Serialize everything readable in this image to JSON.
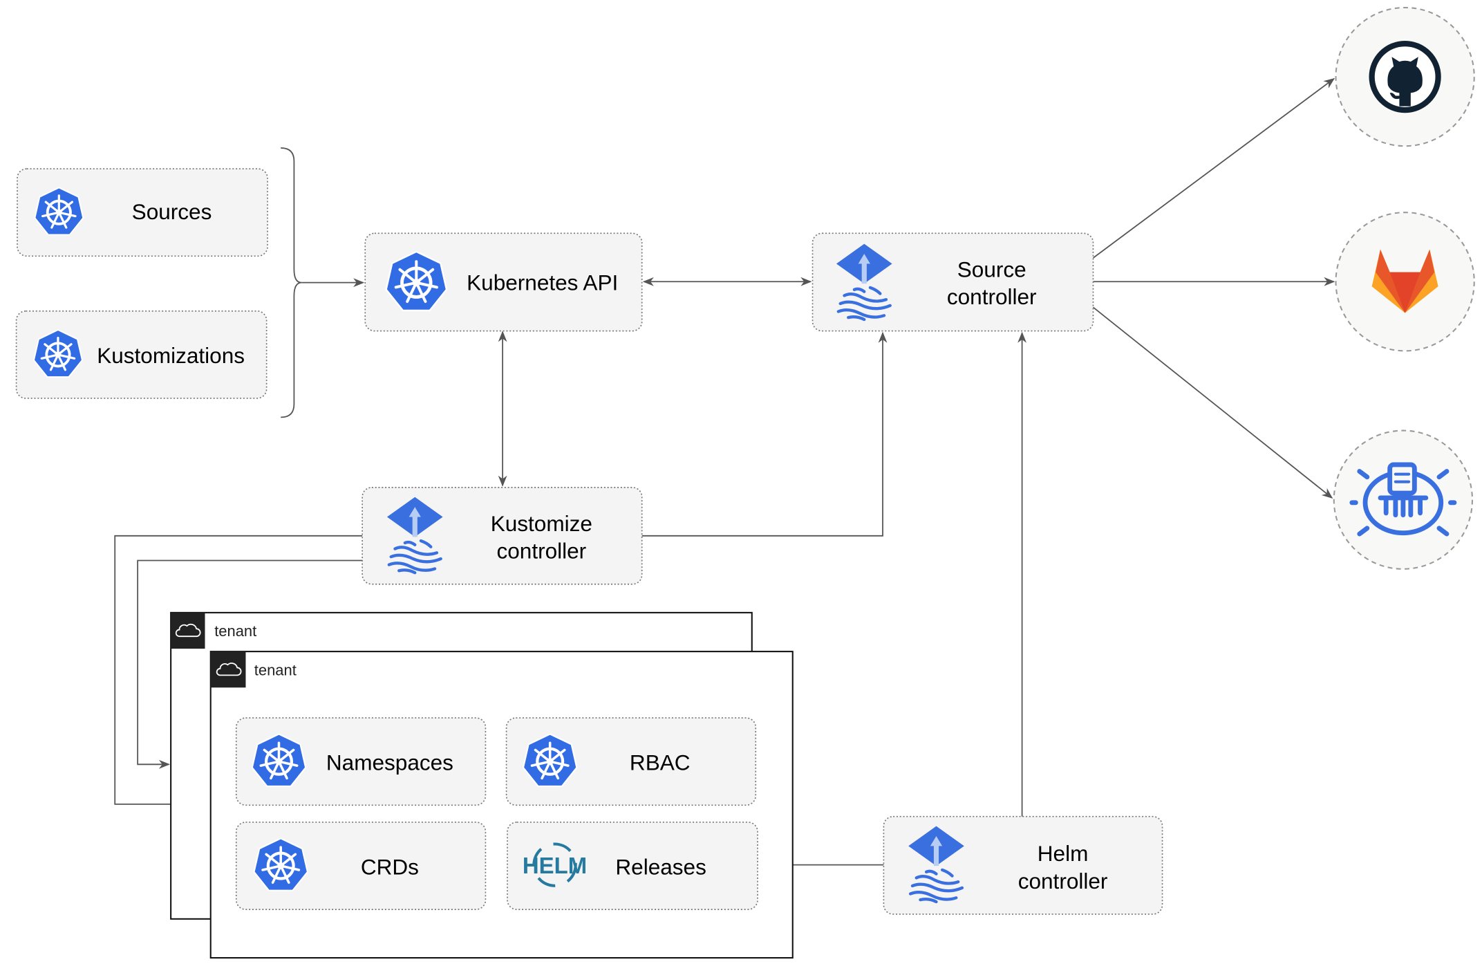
{
  "nodes": {
    "sources": "Sources",
    "kustomizations": "Kustomizations",
    "kubernetes_api": "Kubernetes API",
    "source_controller": [
      "Source",
      "controller"
    ],
    "kustomize_controller": [
      "Kustomize",
      "controller"
    ],
    "helm_controller": [
      "Helm",
      "controller"
    ],
    "namespaces": "Namespaces",
    "rbac": "RBAC",
    "crds": "CRDs",
    "releases": "Releases"
  },
  "tenants": [
    "tenant",
    "tenant"
  ],
  "helm_logo_text": "HELM",
  "external_sources": [
    "github-icon",
    "gitlab-icon",
    "bucket-icon"
  ],
  "colors": {
    "kubernetes_blue": "#326ce5",
    "flux_blue": "#3a6fe0",
    "helm_blue": "#277a9f",
    "github_dark": "#112233",
    "gitlab_orange": "#e8572a",
    "gitlab_yellow": "#fca326"
  }
}
